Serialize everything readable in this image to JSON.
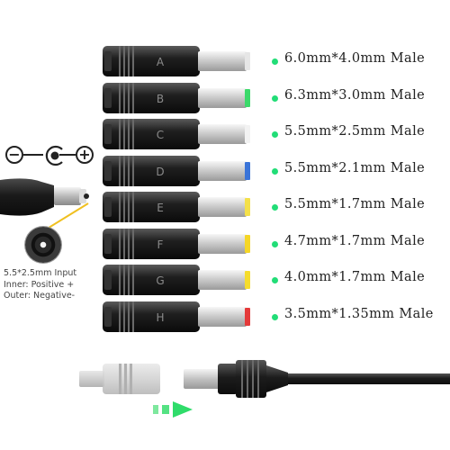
{
  "polarity": {
    "minus": "−",
    "plus": "+"
  },
  "input_note": {
    "line1": "5.5*2.5mm Input",
    "line2": "Inner: Positive +",
    "line3": "Outer: Negative-"
  },
  "tips": [
    {
      "letter": "A",
      "label": "6.0mm*4.0mm Male",
      "ring_color": "#e6e6e6"
    },
    {
      "letter": "B",
      "label": "6.3mm*3.0mm Male",
      "ring_color": "#3bd96a"
    },
    {
      "letter": "C",
      "label": "5.5mm*2.5mm Male",
      "ring_color": "#f2f2f2"
    },
    {
      "letter": "D",
      "label": "5.5mm*2.1mm Male",
      "ring_color": "#3a74d8"
    },
    {
      "letter": "E",
      "label": "5.5mm*1.7mm Male",
      "ring_color": "#f4e04a"
    },
    {
      "letter": "F",
      "label": "4.7mm*1.7mm Male",
      "ring_color": "#f5d626"
    },
    {
      "letter": "G",
      "label": "4.0mm*1.7mm Male",
      "ring_color": "#f5dc2c"
    },
    {
      "letter": "H",
      "label": "3.5mm*1.35mm Male",
      "ring_color": "#e43a3a"
    }
  ],
  "colors": {
    "dot": "#22dd77",
    "arrow": "#2fdc6a"
  }
}
